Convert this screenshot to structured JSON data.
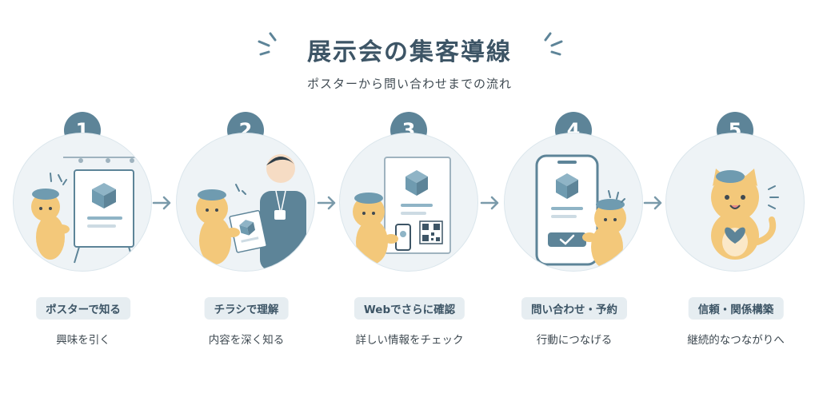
{
  "header": {
    "title": "展示会の集客導線",
    "subtitle": "ポスターから問い合わせまでの流れ"
  },
  "colors": {
    "accent": "#5d8498",
    "pill_bg": "#e6edf1",
    "circle_bg": "#eef3f6",
    "cat": "#f3c87a"
  },
  "steps": [
    {
      "number": "1",
      "label": "ポスターで知る",
      "desc": "興味を引く"
    },
    {
      "number": "2",
      "label": "チラシで理解",
      "desc": "内容を深く知る"
    },
    {
      "number": "3",
      "label": "Webでさらに確認",
      "desc": "詳しい情報をチェック"
    },
    {
      "number": "4",
      "label": "問い合わせ・予約",
      "desc": "行動につなげる"
    },
    {
      "number": "5",
      "label": "信頼・関係構築",
      "desc": "継続的なつながりへ"
    }
  ]
}
